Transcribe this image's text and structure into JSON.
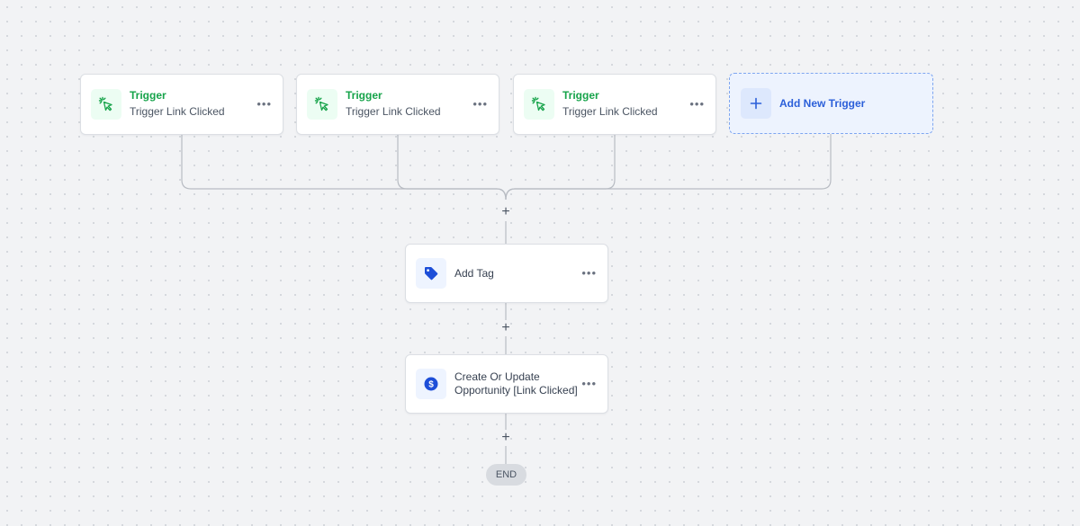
{
  "triggers": [
    {
      "title": "Trigger",
      "subtitle": "Trigger Link Clicked",
      "icon": "cursor-click-icon"
    },
    {
      "title": "Trigger",
      "subtitle": "Trigger Link Clicked",
      "icon": "cursor-click-icon"
    },
    {
      "title": "Trigger",
      "subtitle": "Trigger Link Clicked",
      "icon": "cursor-click-icon"
    }
  ],
  "add_trigger": {
    "label": "Add New Trigger",
    "icon": "plus-icon"
  },
  "actions": [
    {
      "label": "Add Tag",
      "icon": "tag-icon"
    },
    {
      "label_line1": "Create Or Update",
      "label_line2": "Opportunity [Link Clicked]",
      "icon": "dollar-icon"
    }
  ],
  "menu_glyph": "•••",
  "add_step_glyph": "+",
  "end_label": "END",
  "colors": {
    "trigger_accent": "#16a34a",
    "add_trigger_accent": "#2b5fd9",
    "action_icon": "#1d4ed8",
    "connector": "#b8bcc3"
  }
}
